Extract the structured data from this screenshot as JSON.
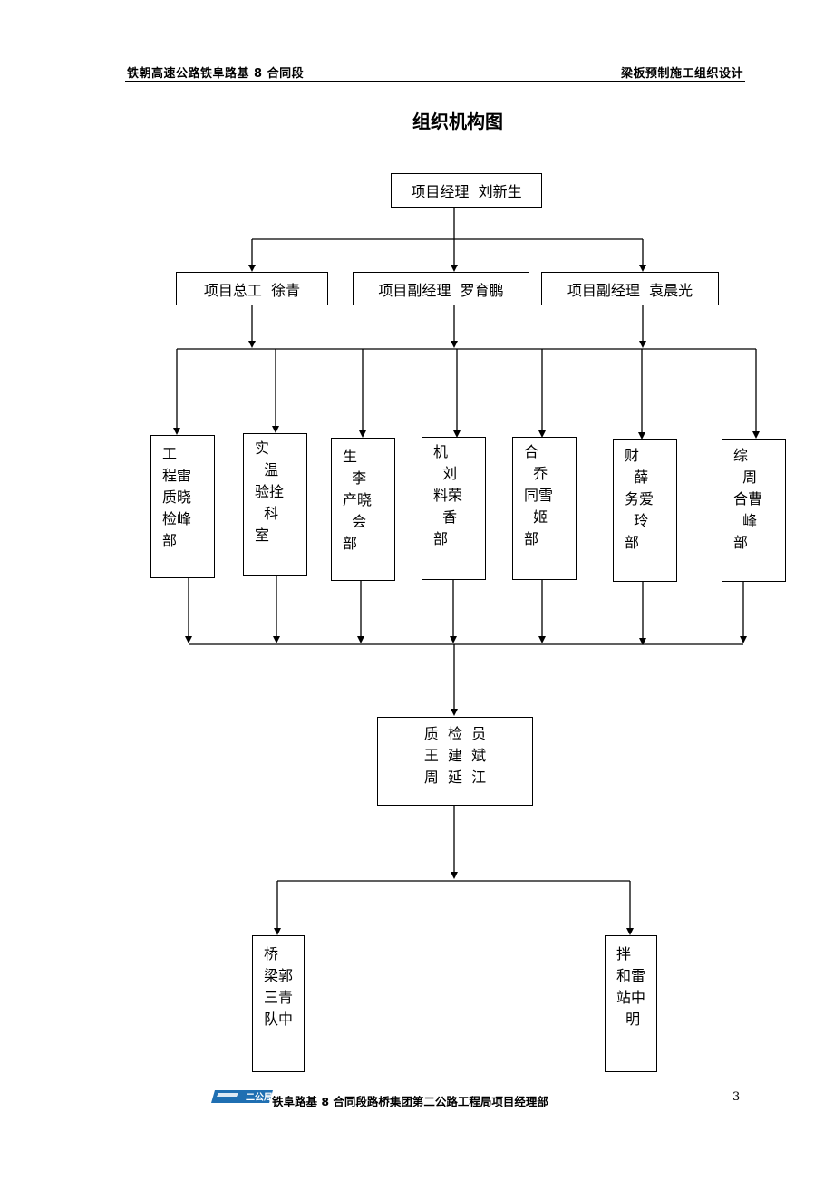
{
  "header": {
    "left": "铁朝高速公路铁阜路基 8 合同段",
    "right": "梁板预制施工组织设计"
  },
  "title": "组织机构图",
  "top": "项目经理  刘新生",
  "level2": [
    "项目总工  徐青",
    "项目副经理  罗育鹏",
    "项目副经理  袁晨光"
  ],
  "departments": [
    {
      "lines": [
        "工",
        "程雷",
        "质晓",
        "检峰",
        "部"
      ]
    },
    {
      "lines": [
        "实",
        "  温",
        "验拴",
        "  科",
        "室"
      ]
    },
    {
      "lines": [
        "生",
        "  李",
        "产晓",
        "  会",
        "部"
      ]
    },
    {
      "lines": [
        "机",
        "  刘",
        "料荣",
        "  香",
        "部"
      ]
    },
    {
      "lines": [
        "合",
        "  乔",
        "同雪",
        "  姬",
        "部"
      ]
    },
    {
      "lines": [
        "财",
        "  薛",
        "务爱",
        "  玲",
        "部"
      ]
    },
    {
      "lines": [
        "综",
        "  周",
        "合曹",
        "  峰",
        "部"
      ]
    }
  ],
  "inspector": [
    "质  检  员",
    "王  建  斌",
    "周  延  江"
  ],
  "teams": [
    {
      "lines": [
        "桥",
        "梁郭",
        "三青",
        "队中"
      ]
    },
    {
      "lines": [
        "拌",
        "和雷",
        "站中",
        "  明"
      ]
    }
  ],
  "footer": {
    "logo_text": "二公局",
    "text": "铁阜路基 8 合同段路桥集团第二公路工程局项目经理部",
    "page": "3"
  }
}
